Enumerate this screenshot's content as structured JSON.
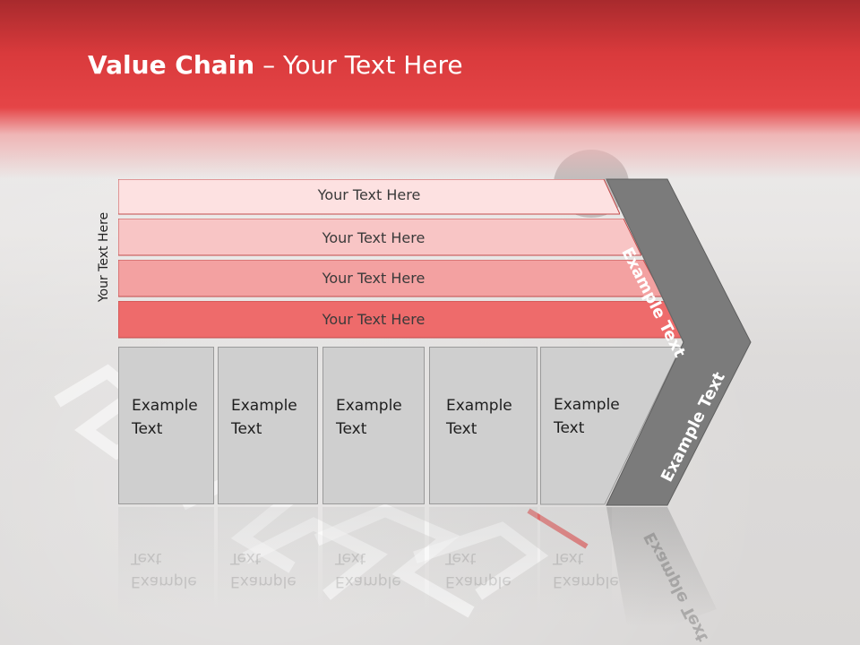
{
  "title": {
    "bold": "Value Chain",
    "rest": " – Your Text Here"
  },
  "side_label": "Your Text Here",
  "bars": [
    {
      "label": "Your Text Here",
      "color": "#fde1e1"
    },
    {
      "label": "Your Text Here",
      "color": "#f8c5c5"
    },
    {
      "label": "Your Text Here",
      "color": "#f3a1a1"
    },
    {
      "label": "Your Text Here",
      "color": "#ee6b6b"
    }
  ],
  "activities": [
    {
      "line1": "Example",
      "line2": "Text"
    },
    {
      "line1": "Example",
      "line2": "Text"
    },
    {
      "line1": "Example",
      "line2": "Text"
    },
    {
      "line1": "Example",
      "line2": "Text"
    },
    {
      "line1": "Example",
      "line2": "Text"
    }
  ],
  "chevron_upper": "Example Text",
  "chevron_lower": "Example Text",
  "colors": {
    "accent": "#e54547",
    "chevron": "#7b7b7b",
    "box": "#cfcfcf"
  }
}
